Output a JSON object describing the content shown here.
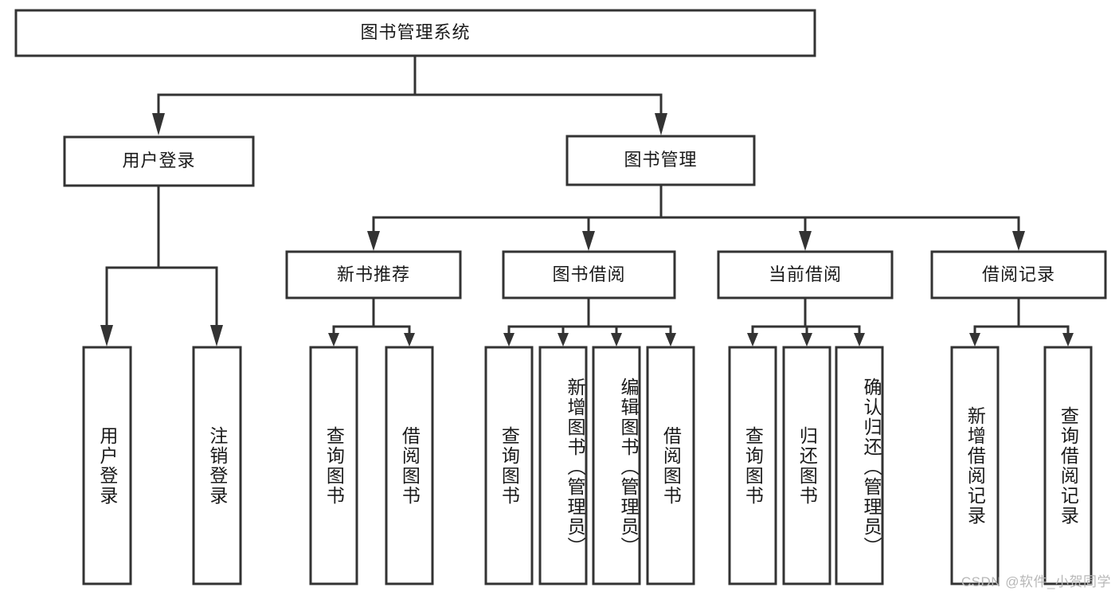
{
  "diagram": {
    "type": "tree",
    "title": "图书管理系统",
    "watermark": "CSDN @软件_小贺同学",
    "colors": {
      "box_stroke": "#333333",
      "box_fill": "#ffffff",
      "text": "#1a1a1a",
      "background": "#ffffff",
      "watermark": "#b8b8b8"
    },
    "nodes": {
      "root": "图书管理系统",
      "level2": {
        "user_login": "用户登录",
        "book_manage": "图书管理"
      },
      "level3": {
        "new_book_recommend": "新书推荐",
        "book_borrow": "图书借阅",
        "current_borrow": "当前借阅",
        "borrow_record": "借阅记录"
      },
      "leaves": {
        "user_login_1": "用户登录",
        "user_login_2": "注销登录",
        "recommend_1": "查询图书",
        "recommend_2": "借阅图书",
        "borrow_1": "查询图书",
        "borrow_2": "新增图书（管理员）",
        "borrow_3": "编辑图书（管理员）",
        "borrow_4": "借阅图书",
        "current_1": "查询图书",
        "current_2": "归还图书",
        "current_3": "确认归还（管理员）",
        "record_1": "新增借阅记录",
        "record_2": "查询借阅记录"
      }
    },
    "edges": [
      {
        "from": "root",
        "to": "user_login"
      },
      {
        "from": "root",
        "to": "book_manage"
      },
      {
        "from": "user_login",
        "to": "user_login_1"
      },
      {
        "from": "user_login",
        "to": "user_login_2"
      },
      {
        "from": "book_manage",
        "to": "new_book_recommend"
      },
      {
        "from": "book_manage",
        "to": "book_borrow"
      },
      {
        "from": "book_manage",
        "to": "current_borrow"
      },
      {
        "from": "book_manage",
        "to": "borrow_record"
      },
      {
        "from": "new_book_recommend",
        "to": "recommend_1"
      },
      {
        "from": "new_book_recommend",
        "to": "recommend_2"
      },
      {
        "from": "book_borrow",
        "to": "borrow_1"
      },
      {
        "from": "book_borrow",
        "to": "borrow_2"
      },
      {
        "from": "book_borrow",
        "to": "borrow_3"
      },
      {
        "from": "book_borrow",
        "to": "borrow_4"
      },
      {
        "from": "current_borrow",
        "to": "current_1"
      },
      {
        "from": "current_borrow",
        "to": "current_2"
      },
      {
        "from": "current_borrow",
        "to": "current_3"
      },
      {
        "from": "borrow_record",
        "to": "record_1"
      },
      {
        "from": "borrow_record",
        "to": "record_2"
      }
    ]
  }
}
